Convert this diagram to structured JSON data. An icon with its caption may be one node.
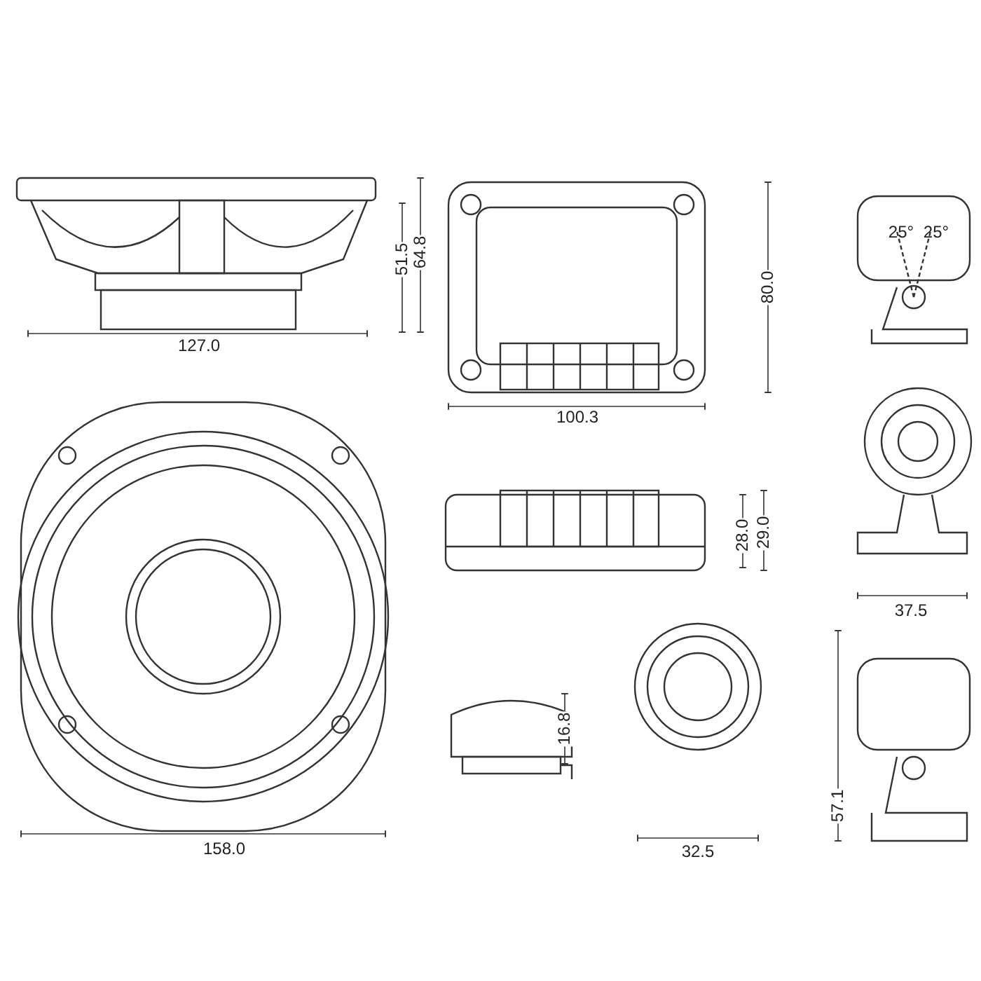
{
  "diagram": {
    "labels": [
      "64.8",
      "51.5",
      "127.0",
      "80.0",
      "100.3",
      "25°",
      "25°",
      "28.0",
      "29.0",
      "37.5",
      "16.8",
      "32.5",
      "57.1",
      "158.0"
    ]
  }
}
